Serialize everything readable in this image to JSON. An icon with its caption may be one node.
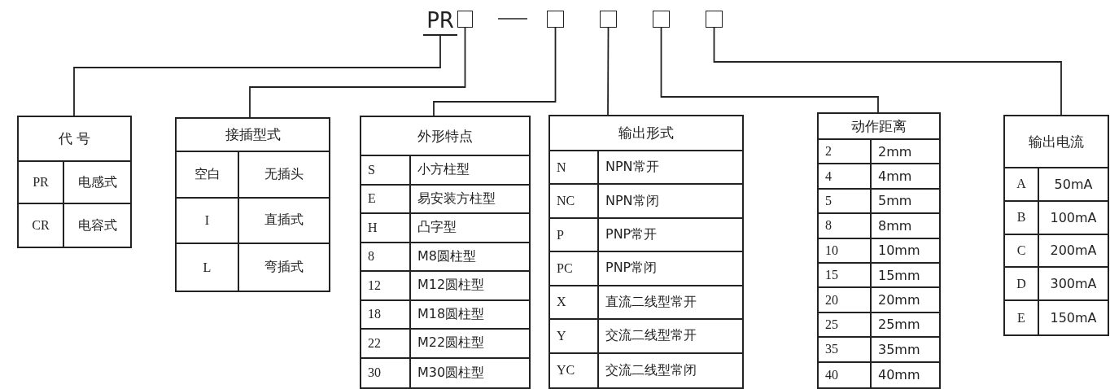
{
  "diagram": {
    "nodes": [
      {
        "text": [
          "PR"
        ]
      },
      {
        "text": [],
        "shape": "box"
      },
      {
        "text": [],
        "shape": "box"
      },
      {
        "text": [],
        "shape": "box"
      },
      {
        "text": [],
        "shape": "box"
      },
      {
        "text": [],
        "shape": "box"
      },
      {
        "text": [
          "代 号",
          "PR",
          "电感式",
          "CR",
          "电容式"
        ]
      },
      {
        "text": [
          "接插型式",
          "空白",
          "无插头",
          "I",
          "直插式",
          "L",
          "弯插式"
        ]
      },
      {
        "text": [
          "外形特点",
          "S",
          "小方柱型",
          "E",
          "易安装方柱型",
          "H",
          "凸字型",
          "8",
          "M8圆柱型",
          "12",
          "M12圆柱型",
          "18",
          "M18圆柱型",
          "22",
          "M22圆柱型",
          "30",
          "M30圆柱型"
        ]
      },
      {
        "text": [
          "输出形式",
          "N",
          "NPN常开",
          "NC",
          "NPN常闭",
          "P",
          "PNP常开",
          "PC",
          "PNP常闭",
          "X",
          "直流二线型常开",
          "Y",
          "交流二线型常开",
          "YC",
          "交流二线型常闭"
        ]
      },
      {
        "text": [
          "动作距离",
          "2",
          "2mm",
          "4",
          "4mm",
          "5",
          "5mm",
          "8",
          "8mm",
          "10",
          "10mm",
          "15",
          "15mm",
          "20",
          "20mm",
          "25",
          "25mm",
          "35",
          "35mm",
          "40",
          "40mm"
        ]
      },
      {
        "text": [
          "输出电流",
          "A",
          "50mA",
          "B",
          "100mA",
          "C",
          "200mA",
          "D",
          "300mA",
          "E",
          "150mA"
        ]
      }
    ],
    "edges": [
      {
        "from": 0,
        "to": 6,
        "arrow": "none"
      },
      {
        "from": 1,
        "to": 7,
        "arrow": "none"
      },
      {
        "from": 2,
        "to": 8,
        "arrow": "none"
      },
      {
        "from": 3,
        "to": 9,
        "arrow": "none"
      },
      {
        "from": 4,
        "to": 10,
        "arrow": "none"
      },
      {
        "from": 5,
        "to": 11,
        "arrow": "none"
      }
    ]
  }
}
